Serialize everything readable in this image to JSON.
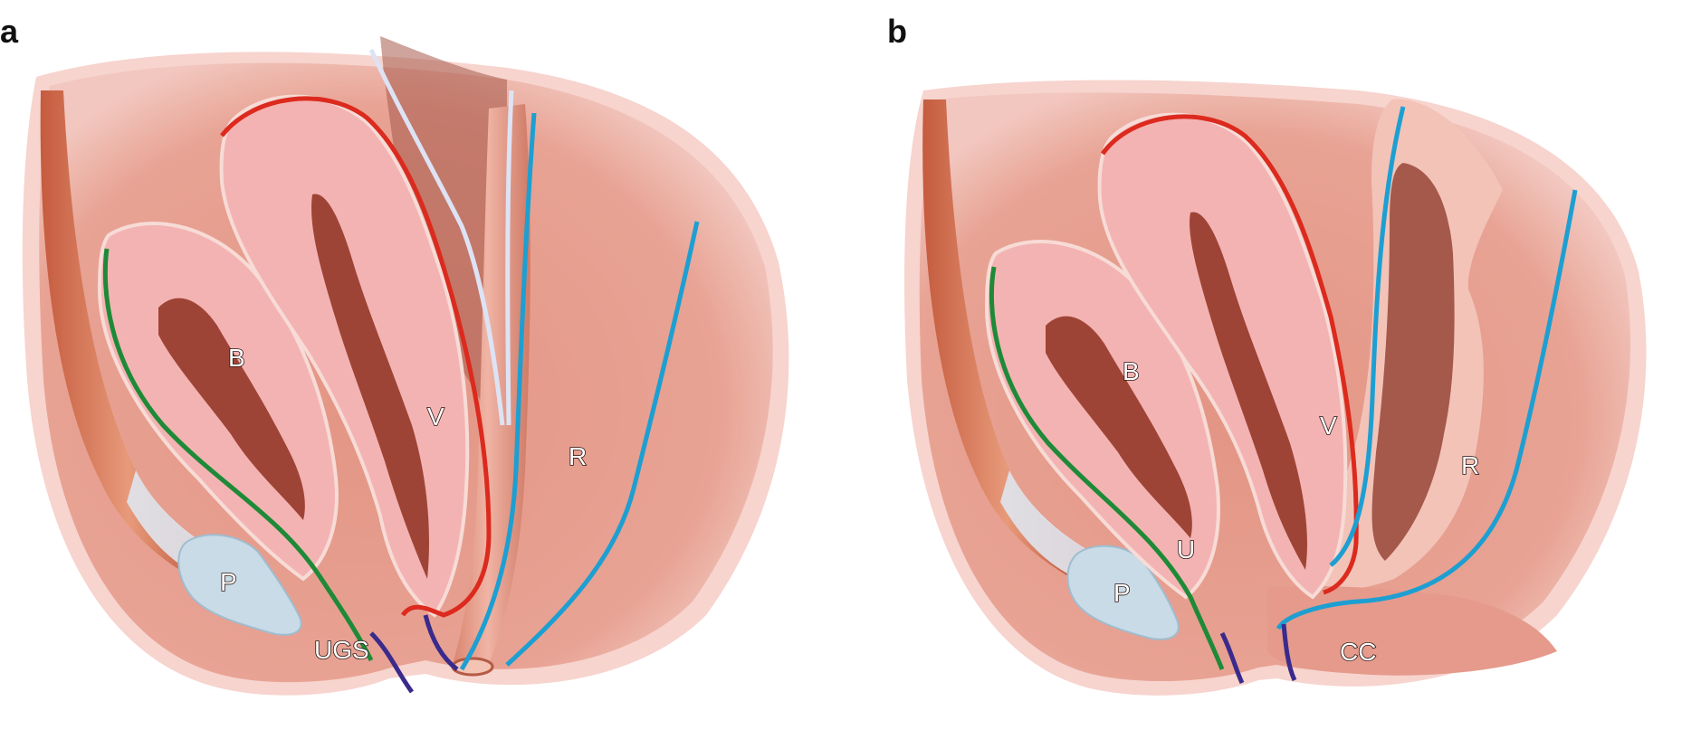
{
  "panels": [
    {
      "id": "a",
      "letter": "a",
      "labels": {
        "bladder": "B",
        "vagina": "V",
        "rectum": "R",
        "pubis": "P",
        "urogenital_sinus": "UGS"
      }
    },
    {
      "id": "b",
      "letter": "b",
      "labels": {
        "bladder": "B",
        "vagina": "V",
        "rectum": "R",
        "pubis": "P",
        "urethra": "U",
        "common_channel": "CC"
      }
    }
  ],
  "colors": {
    "tissue": "#e59a8c",
    "tissue_edge": "#f6c9c3",
    "organ_wall": "#f4b3b3",
    "lumen": "#9e4436",
    "pubis": "#c8dbe6",
    "bladder_line": "#1e8a38",
    "vagina_line": "#dc2a1e",
    "rectum_line": "#1d9fd2",
    "perineal_line": "#3a2a8c",
    "peritoneum": "#dde3f4"
  }
}
